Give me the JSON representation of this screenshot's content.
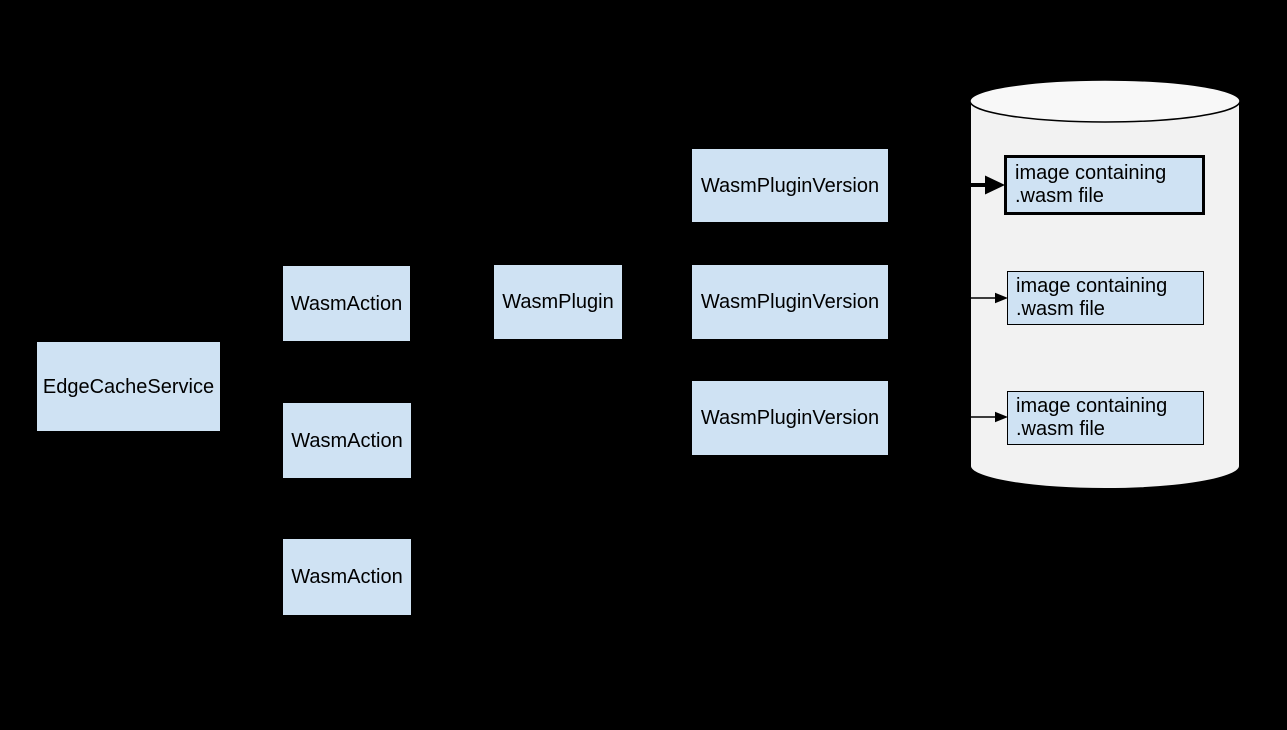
{
  "colors": {
    "background": "#000000",
    "node_fill": "#cfe2f3",
    "cylinder_fill": "#f2f2f2",
    "cylinder_top_fill": "#f8f8f8",
    "line": "#000000",
    "text": "#000000"
  },
  "nodes": [
    {
      "id": "edge-cache-service",
      "label": "EdgeCacheService"
    },
    {
      "id": "wasm-action-1",
      "label": "WasmAction"
    },
    {
      "id": "wasm-action-2",
      "label": "WasmAction"
    },
    {
      "id": "wasm-action-3",
      "label": "WasmAction"
    },
    {
      "id": "wasm-plugin",
      "label": "WasmPlugin"
    },
    {
      "id": "wasm-plugin-version-1",
      "label": "WasmPluginVersion"
    },
    {
      "id": "wasm-plugin-version-2",
      "label": "WasmPluginVersion"
    },
    {
      "id": "wasm-plugin-version-3",
      "label": "WasmPluginVersion"
    }
  ],
  "registry": {
    "shape": "cylinder",
    "images": [
      {
        "label": "image containing .wasm file",
        "border": "bold"
      },
      {
        "label": "image containing .wasm file",
        "border": "normal"
      },
      {
        "label": "image containing .wasm file",
        "border": "normal"
      }
    ],
    "arrows": [
      {
        "to": "image-1",
        "weight": "bold"
      },
      {
        "to": "image-2",
        "weight": "normal"
      },
      {
        "to": "image-3",
        "weight": "normal"
      }
    ]
  }
}
